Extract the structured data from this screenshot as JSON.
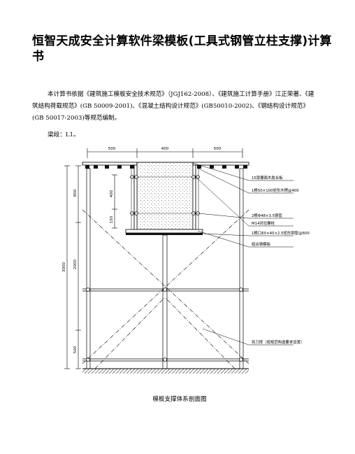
{
  "document": {
    "title": "恒智天成安全计算软件梁模板(工具式钢管立柱支撑)计算书",
    "intro": "本计算书依据《建筑施工模板安全技术规范》（JGJ162-2008）、《建筑施工计算手册》江正荣著、《建筑结构荷载规范》(GB 50009-2001)、《混凝土结构设计规范》(GB50010-2002)、《钢结构设计规范》(GB 50017-2003)等规范编制。",
    "beam_label": "梁段：L1。",
    "figure_caption": "模板支撑体系剖面图"
  },
  "figure": {
    "top_dims": [
      "500",
      "400",
      "500"
    ],
    "left_dims": {
      "total": "3000",
      "upper": "800",
      "middle": "2000",
      "lower": "500",
      "inner_upper": "400",
      "inner_lower": "150"
    },
    "annotations": [
      "15厚覆面木胶合板",
      "1根50×100矩形木楞@400",
      "2根Φ48×3.5钢管",
      "M14对拉螺栓",
      "1根口60×40×2.5矩形钢管@600",
      "组合钢模板",
      "剪刀撑（按规范构造要求设置）"
    ]
  }
}
